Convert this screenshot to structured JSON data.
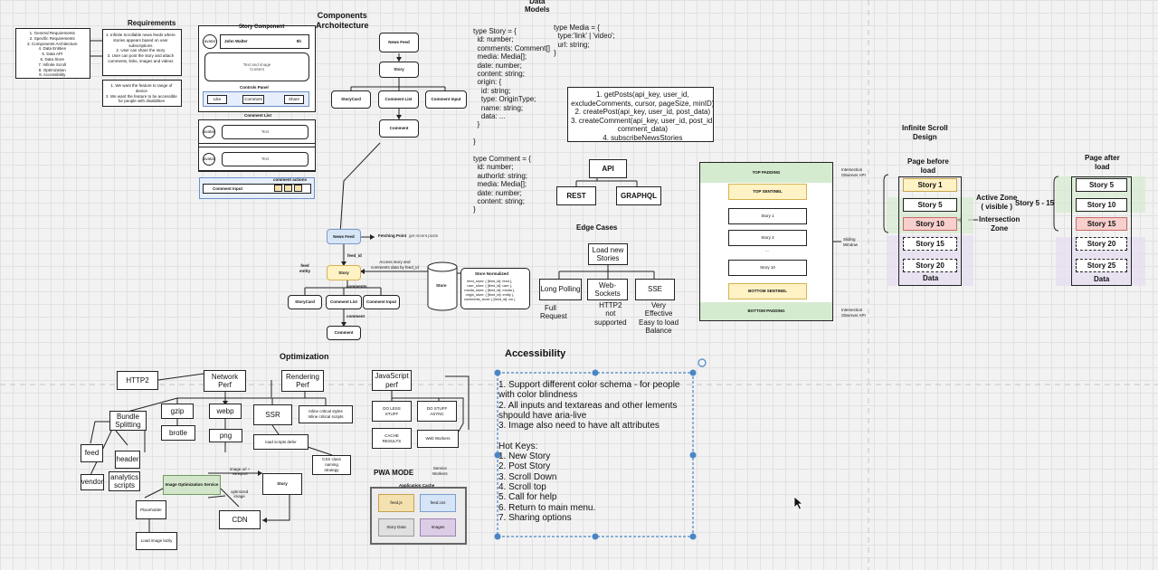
{
  "requirements": {
    "title": "Requirements",
    "general_list": "1. General Requirements\n2. Specific Requirements\n3. Components Architecture\n4. Data Entities\n5. Data API\n6. Data Store\n7. Infinite Scroll\n8. Optimization\n9. Accessibility",
    "functional": "1. Infinite Scrollable news feeds where\nstories appears based on user\nsubscriptions\n2. User can share the story\n3. User can post the story and attach\ncomments, links, images and videos",
    "nonfunctional": "1. We want the feature to range of\ndevice\n2. We want the feature to be accessible\nfor people with disabilities"
  },
  "mockup": {
    "story_component_title": "Story Component",
    "avatar_label": "avatar",
    "author_name": "John Walter",
    "time": "5h",
    "content_text": "Text and image\nContent",
    "controls_title": "Controls Panel",
    "like_label": "Like",
    "comment_label": "Comment",
    "share_label": "Share",
    "comment_list_title": "Comment List",
    "comment_text": "Text",
    "comment_input_label": "Comment Input",
    "comment_actions_label": "comment actions"
  },
  "components": {
    "title": "Components\nArchoitecture",
    "news_feed": "News Feed",
    "story": "Story",
    "story_card": "StoryCard",
    "comment_list": "Comment List",
    "comment_input": "Comment Input",
    "comment": "Comment"
  },
  "data_models": {
    "title": "Data\nModels",
    "story_type": "type Story = {\n  id: number;\n  comments: Comment[]\n  media: Media[];\n  date: number;\n  content: string;\n  origin: {\n    id: string;\n    type: OriginType;\n    name: string;\n    data: ...\n  }\n\n}",
    "media_type": "type Media = {\n  type:'link' | 'video';\n  url: string;\n}",
    "comment_type": "type Comment = {\n  id: number;\n  authorId: string;\n  media: Media[];\n  date: number;\n  content: string;\n}"
  },
  "api": {
    "methods": "1. getPosts(api_key, user_id,\nexcludeComments, cursor, pageSize, minID)\n2. createPost(api_key, user_id, post_data)\n3. createComment(api_key, user_id, post_id,\ncomment_data)\n4. subscribeNewsStories",
    "api_label": "API",
    "rest_label": "REST",
    "graphql_label": "GRAPHQL"
  },
  "edge_cases": {
    "title": "Edge Cases",
    "load_new": "Load new\nStories",
    "long_polling": "Long Polling",
    "websockets": "Web-\nSockets",
    "sse": "SSE",
    "full_request": "Full\nRequest",
    "http2_note": "HTTP2\nnot\nsupported",
    "sse_note": "Very\nEffective\nEasy to load\nBalance"
  },
  "store": {
    "news_feed": "News Feed",
    "fetching_point": "Fetching Point",
    "fetching_note": "get recent posts",
    "feed_id": "feed_id",
    "feed_entity": "feed\nentity",
    "story": "Story",
    "access_note": "Access story and\ncomments data by feed_id",
    "store_label": "Store",
    "normalized_title": "Store Normalized",
    "normalized_body": "feed_store: { [feed_id]: feed },\nuser_store: { [feed_id]: user },\nmedia_store: { [feed_id]: media },\norigin_store: { [feed_id]: entity },\ncomments_store: { [feed_id]: cm }",
    "comments": "comments",
    "comment_lower": "comment",
    "story_card": "StoryCard",
    "comment_list": "Comment List",
    "comment_input": "Comment Input",
    "comment": "Comment"
  },
  "infinite_scroll": {
    "top_padding": "TOP PADDING",
    "top_sentinel": "TOP SENTINEL",
    "story1": "Story 1",
    "story2": "Story 2",
    "dots": "...",
    "story10": "Story 10",
    "bottom_sentinel": "BOTTOM SENTINEL",
    "bottom_padding": "BOTTOM PADDING",
    "observer_api": "Intersection\nObserver API",
    "sliding_window": "Sliding\nWindow",
    "design_title": "Infinite Scroll\nDesign",
    "page_before": "Page before\nload",
    "page_after": "Page after\nload",
    "before_stories": [
      "Story 1",
      "Story 5",
      "Story 10",
      "Story 15",
      "Story 20"
    ],
    "after_stories": [
      "Story 5",
      "Story 10",
      "Story 15",
      "Story 20",
      "Story 25"
    ],
    "data_label": "Data",
    "active_zone": "Active Zone\n( visible )",
    "story_range": "Story 5 - 15",
    "intersection_zone": "Intersection\nZone"
  },
  "optimization": {
    "title": "Optimization",
    "http2": "HTTP2",
    "network_perf": "Network\nPerf",
    "bundle_splitting": "Bundle\nSplitting",
    "gzip": "gzip",
    "webp": "webp",
    "brotle": "brotle",
    "png": "png",
    "feed": "feed",
    "header": "header",
    "vendor": "vendor",
    "analytics": "analytics\nscripts",
    "image_service": "Image Optimization Service",
    "image_url_note": "image url +\nviewport",
    "optimized_image": "optimized\nimage",
    "story": "Story",
    "cdn": "CDN",
    "placeholder": "Placeholder",
    "load_lazily": "Load image lazily",
    "rendering_perf": "Rendering\nPerf",
    "ssr": "SSR",
    "inline_styles": "Inline critical styles\nInline critical scripts",
    "load_defer": "load scripts defer",
    "css_naming": "CSS class\nnaming\nstrategy",
    "js_perf": "JavaScript\nperf",
    "do_less": "DO LESS\nSTUFF",
    "do_async": "DO STUFF\nASYNC",
    "cache_results": "CACHE\nRESULTS",
    "web_workers": "Web Workers",
    "pwa_mode": "PWA MODE",
    "service_workers": "Service\nWorkers",
    "app_cache": "Application Cache",
    "feed_js": "feed.js",
    "feed_css": "feed.css",
    "story_data": "Story Data",
    "images": "Images"
  },
  "accessibility": {
    "title": "Accessibility",
    "body": "1. Support different color schema - for people\nwith color blindness\n2. All inputs and textareas and other lements\nshpould have aria-live\n3. Image also need to have alt attributes\n\nHot Keys:\n1. New Story\n2. Post Story\n3. Scroll Down\n4. Scroll top\n5. Call for help\n6. Return to main menu.\n7. Sharing options"
  },
  "colors": {
    "background": "#f2f2f2",
    "grid": "#e1e1e1",
    "selection": "#4a86c5",
    "story_yellow": "#fff2c4",
    "story_red": "#f7cfcd",
    "zone_green": "#d5ebcf",
    "zone_purple": "#e6def0",
    "service_green": "#d3e6cc",
    "news_feed_blue": "#d7e6f7"
  }
}
